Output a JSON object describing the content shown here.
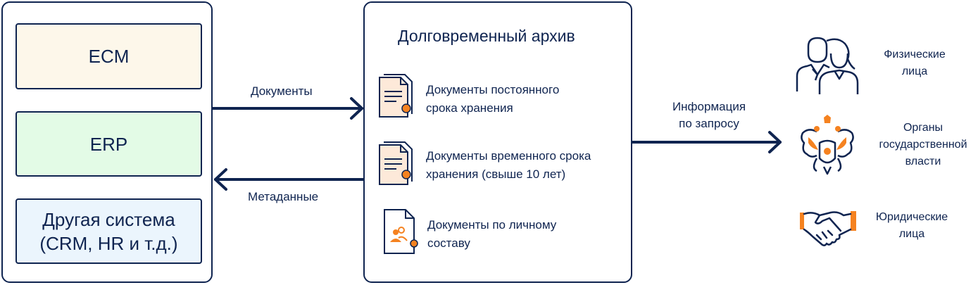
{
  "systems": {
    "ecm": "ECM",
    "erp": "ERP",
    "other_line1": "Другая система",
    "other_line2": "(CRM, HR и т.д.)"
  },
  "flows": {
    "documents": "Документы",
    "metadata": "Метаданные",
    "info_on_request": "Информация\nпо запросу"
  },
  "archive": {
    "title": "Долговременный архив",
    "items": [
      {
        "label": "Документы постоянного\nсрока хранения",
        "icon": "certificate-document-icon"
      },
      {
        "label": "Документы временного срока\nхранения (свыше 10 лет)",
        "icon": "certificate-document-icon"
      },
      {
        "label": "Документы по личному\nсоставу",
        "icon": "personnel-document-icon"
      }
    ]
  },
  "recipients": [
    {
      "label": "Физические\nлица",
      "icon": "people-icon"
    },
    {
      "label": "Органы\nгосударственной\nвласти",
      "icon": "double-headed-eagle-icon"
    },
    {
      "label": "Юридические\nлица",
      "icon": "handshake-icon"
    }
  ],
  "colors": {
    "navy": "#0f2450",
    "orange": "#f58220",
    "ecm_fill": "#fdf7ea",
    "erp_fill": "#e3fbe6",
    "other_fill": "#ebf5fd",
    "doc_fill": "#fde9d9"
  }
}
